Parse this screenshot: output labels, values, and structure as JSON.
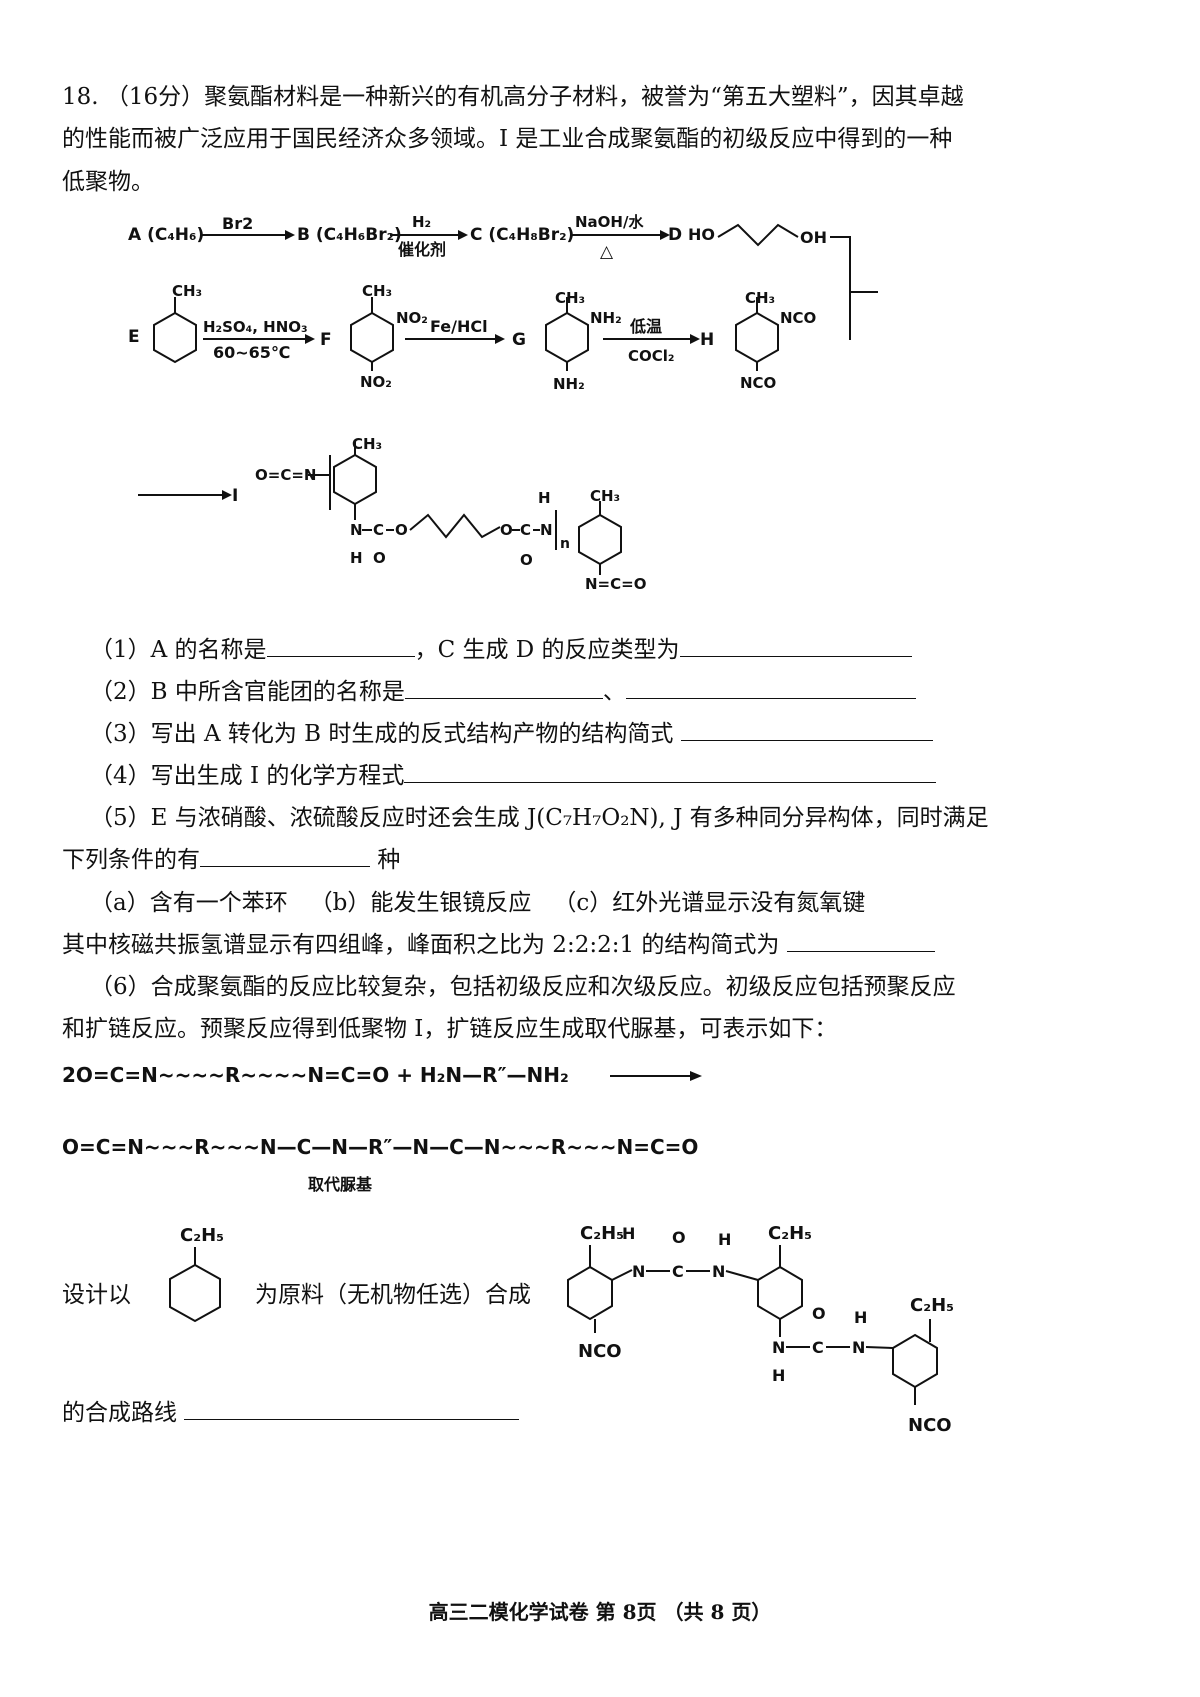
{
  "question": {
    "intro_line1": "18. （16分）聚氨酯材料是一种新兴的有机高分子材料，被誉为“第五大塑料”，因其卓越",
    "intro_line2": "的性能而被广泛应用于国民经济众多领域。I 是工业合成聚氨酯的初级反应中得到的一种",
    "intro_line3": "低聚物。"
  },
  "scheme": {
    "row1": {
      "a": "A (C₄H₆)",
      "br2": "Br2",
      "b": "B (C₄H₆Br₂)",
      "h2": "H₂",
      "cat": "催化剂",
      "c": "C (C₄H₈Br₂)",
      "naoh": "NaOH/水",
      "delta": "△",
      "d": "D",
      "ho": "HO",
      "oh": "OH"
    },
    "row2": {
      "e": "E",
      "ch3": "CH₃",
      "acid": "H₂SO₄, HNO₃",
      "temp": "60~65℃",
      "f": "F",
      "no2": "NO₂",
      "fe": "Fe/HCl",
      "g": "G",
      "nh2": "NH₂",
      "low": "低温",
      "cocl2": "COCl₂",
      "h": "H",
      "nco": "NCO"
    },
    "row3": {
      "i": "I",
      "ocn": "O=C=N",
      "ch3": "CH₃",
      "n": "N",
      "h": "H",
      "c": "C",
      "o": "O",
      "sub_n": "n",
      "nco_end": "N=C=O"
    }
  },
  "parts": {
    "q1": {
      "text1": "（1）A 的名称是",
      "text2": "，C 生成 D 的反应类型为"
    },
    "q2": {
      "text1": "（2）B 中所含官能团的名称是",
      "sep": "、"
    },
    "q3": {
      "text1": "（3）写出 A 转化为 B 时生成的反式结构产物的结构简式"
    },
    "q4": {
      "text1": "（4）写出生成 I 的化学方程式"
    },
    "q5": {
      "line1": "（5）E 与浓硝酸、浓硫酸反应时还会生成 J(C₇H₇O₂N), J 有多种同分异构体，同时满足",
      "line2a": "下列条件的有",
      "line2b": "种",
      "cond_a": "（a）含有一个苯环",
      "cond_b": "（b）能发生银镜反应",
      "cond_c": "（c）红外光谱显示没有氮氧键",
      "line4": "其中核磁共振氢谱显示有四组峰，峰面积之比为 2:2:2:1 的结构简式为"
    },
    "q6": {
      "line1": "（6）合成聚氨酯的反应比较复杂，包括初级反应和次级反应。初级反应包括预聚反应",
      "line2": "和扩链反应。预聚反应得到低聚物 I，扩链反应生成取代脲基，可表示如下：",
      "eq_top": "2O=C=N~~~~R~~~~N=C=O + H₂N—R″—NH₂",
      "eq_bottom": "O=C=N~~~R~~~N—C—N—R″—N—C—N~~~R~~~N=C=O",
      "urea_label": "取代脲基",
      "design_a": "设计以",
      "c2h5": "C₂H₅",
      "design_b": "为原料（无机物任选）合成",
      "nco": "NCO",
      "h": "H",
      "n": "N",
      "c": "C",
      "o": "O",
      "route": "的合成路线"
    }
  },
  "footer": "高三二模化学试卷   第 8页   （共 8 页）"
}
